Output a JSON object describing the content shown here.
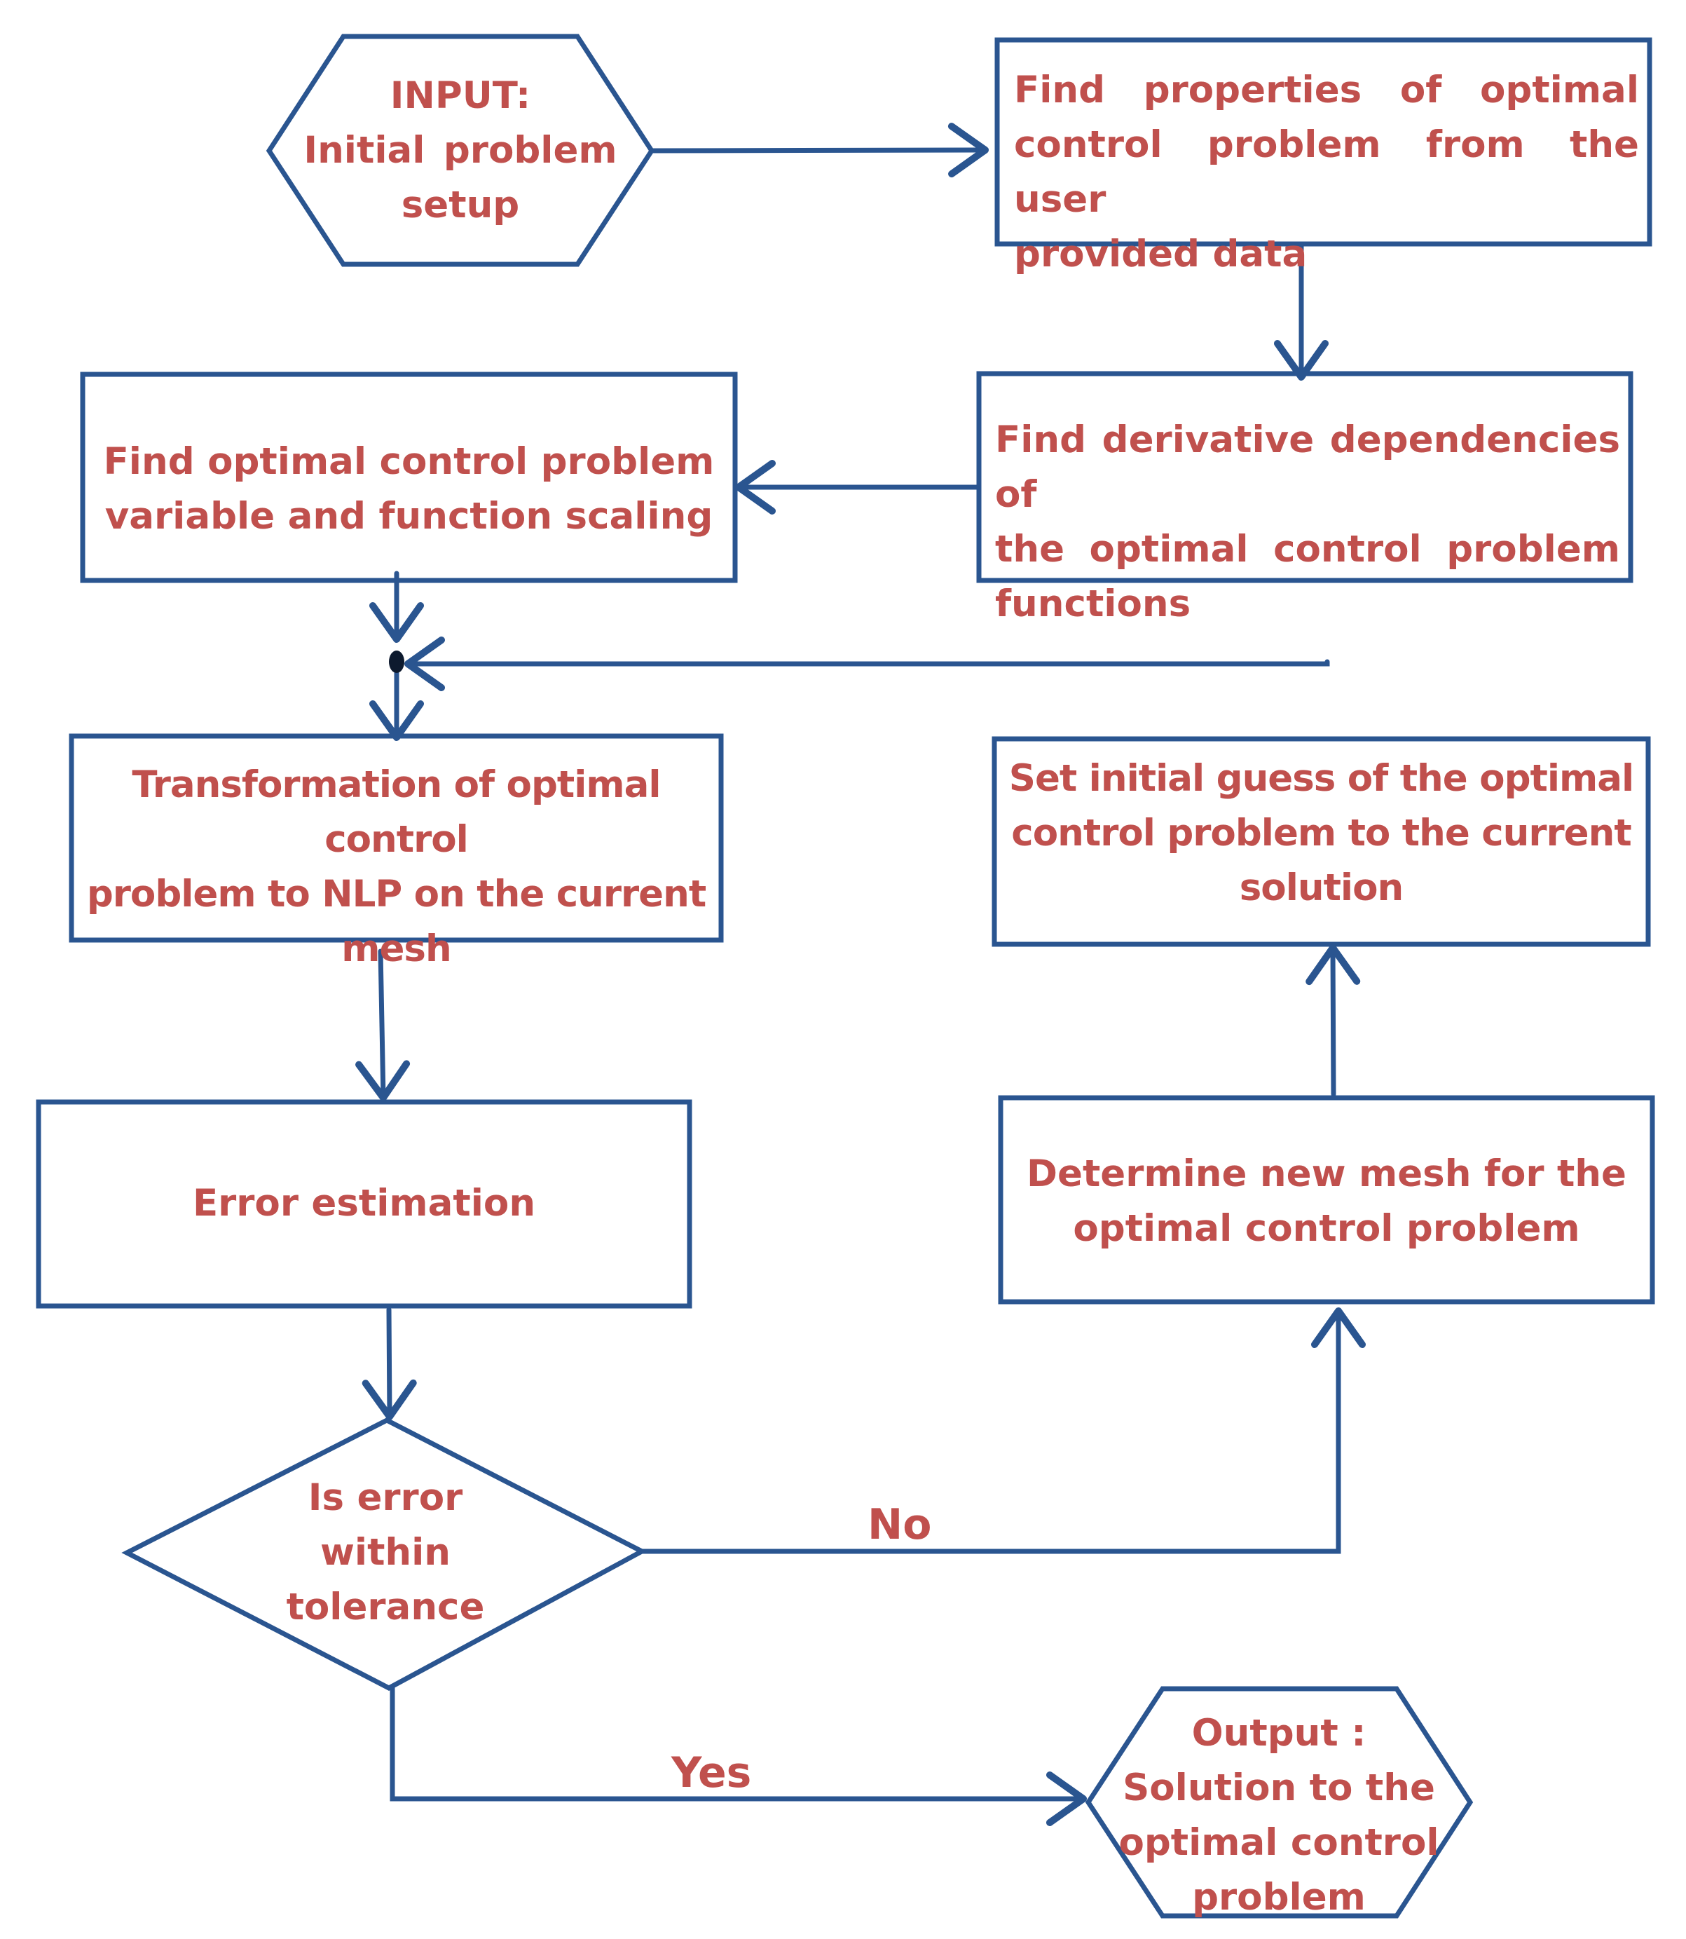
{
  "nodes": {
    "input": {
      "lines": [
        "INPUT:",
        "Initial  problem",
        "setup"
      ]
    },
    "find_properties": {
      "lines": [
        "Find properties of optimal",
        "control problem from the user",
        "provided data"
      ]
    },
    "find_derivative": {
      "lines": [
        "Find derivative dependencies of",
        "the optimal control problem",
        "functions"
      ]
    },
    "find_scaling": {
      "lines": [
        "Find optimal control problem",
        "variable and function scaling"
      ]
    },
    "transformation": {
      "lines": [
        "Transformation of optimal control",
        "problem to NLP on the current",
        "mesh"
      ]
    },
    "set_initial_guess": {
      "lines": [
        "Set initial guess of the optimal",
        "control problem to the current",
        "solution"
      ]
    },
    "error_estimation": {
      "lines": [
        "Error estimation"
      ]
    },
    "determine_mesh": {
      "lines": [
        "Determine new mesh for the",
        "optimal control problem"
      ]
    },
    "decision": {
      "lines": [
        "Is error",
        "within",
        "tolerance"
      ]
    },
    "output": {
      "lines": [
        "Output :",
        "Solution to the",
        "optimal control",
        "problem"
      ]
    }
  },
  "edges": {
    "no_label": "No",
    "yes_label": "Yes"
  },
  "colors": {
    "stroke": "#2a5590",
    "text": "#c0504d",
    "background": "#ffffff"
  }
}
